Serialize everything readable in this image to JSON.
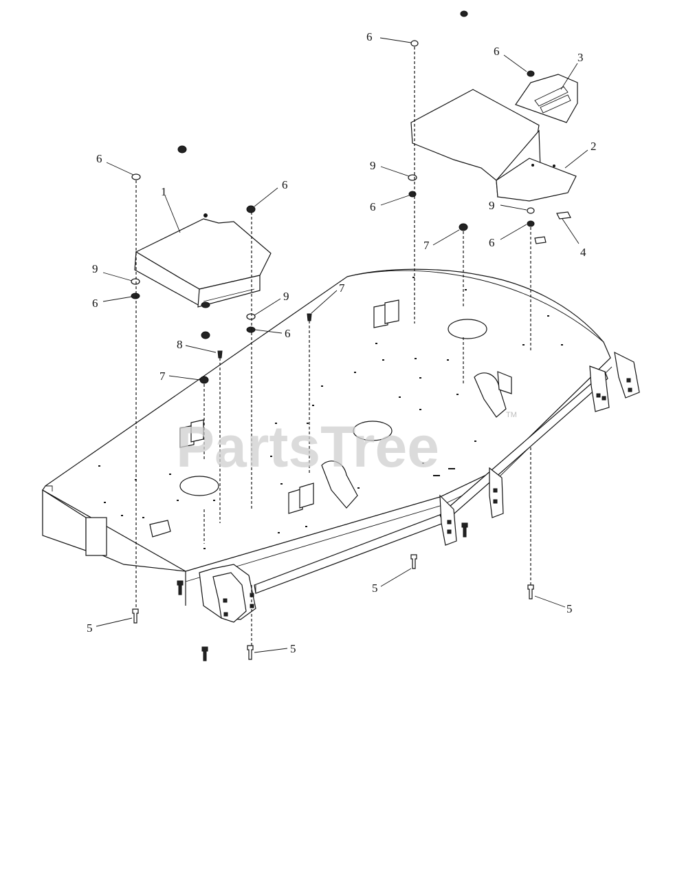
{
  "watermark": {
    "text": "PartsTree",
    "trademark": "TM"
  },
  "stamp_text": "",
  "callouts": {
    "c1": "1",
    "c2": "2",
    "c3": "3",
    "c4": "4",
    "c5a": "5",
    "c5b": "5",
    "c5c": "5",
    "c5d": "5",
    "c6a": "6",
    "c6b": "6",
    "c6c": "6",
    "c6d": "6",
    "c6e": "6",
    "c6f": "6",
    "c6g": "6",
    "c6h": "6",
    "c7a": "7",
    "c7b": "7",
    "c7c": "7",
    "c8": "8",
    "c9a": "9",
    "c9b": "9",
    "c9c": "9",
    "c9d": "9"
  },
  "colors": {
    "line": "#111111",
    "background": "#ffffff",
    "watermark": "#cfcfcf"
  }
}
